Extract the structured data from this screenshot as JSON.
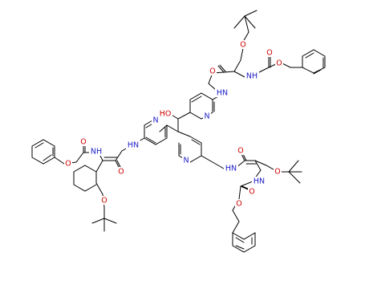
{
  "colors": {
    "bond": "#000000",
    "N": "#2020c8",
    "O": "#d00000",
    "C": "#000000"
  },
  "labels": {
    "tbu_o_top": "O",
    "carbonyl_o_top": "O",
    "nh_top": "NH",
    "carbamate_o_top_a": "O",
    "carbamate_o_top_b": "O",
    "hn_amide_top": "HN",
    "pyridine_n_top": "N",
    "hydroxyl": "HO",
    "pyridine_n_left": "N",
    "hn_amide_left": "HN",
    "nh_left": "NH",
    "carbamate_o_left_a": "O",
    "carbamate_o_left_b": "O",
    "carbonyl_o_left": "O",
    "tbu_o_left": "O",
    "pyridine_n_mid": "N",
    "hn_amide_bottom": "HN",
    "carbonyl_o_bottom": "O",
    "tbu_o_bottom": "O",
    "nh_bottom": "HN",
    "carbamate_o_bottom_a": "O",
    "carbamate_o_bottom_b": "O"
  }
}
